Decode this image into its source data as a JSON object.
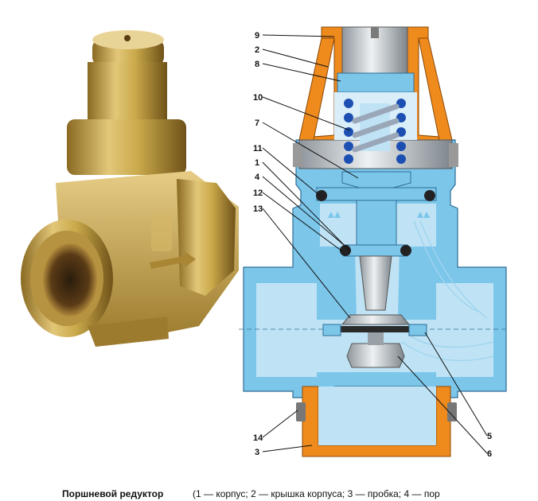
{
  "callouts": {
    "c1": "1",
    "c2": "2",
    "c3": "3",
    "c4": "4",
    "c5": "5",
    "c6": "6",
    "c7": "7",
    "c8": "8",
    "c9": "9",
    "c10": "10",
    "c11": "11",
    "c12": "12",
    "c13": "13",
    "c14": "14"
  },
  "caption": {
    "title": "Поршневой редуктор",
    "legend": "(1 — корпус; 2 — крышка корпуса; 3 — пробка; 4 — пор"
  },
  "colors": {
    "body_blue": "#7cc6ea",
    "inner_blue": "#bfe3f5",
    "cap_orange": "#ef8a1c",
    "spring_blue": "#1d4fb3",
    "steel": "#c9cfd4",
    "brass": "#c9a94a"
  }
}
